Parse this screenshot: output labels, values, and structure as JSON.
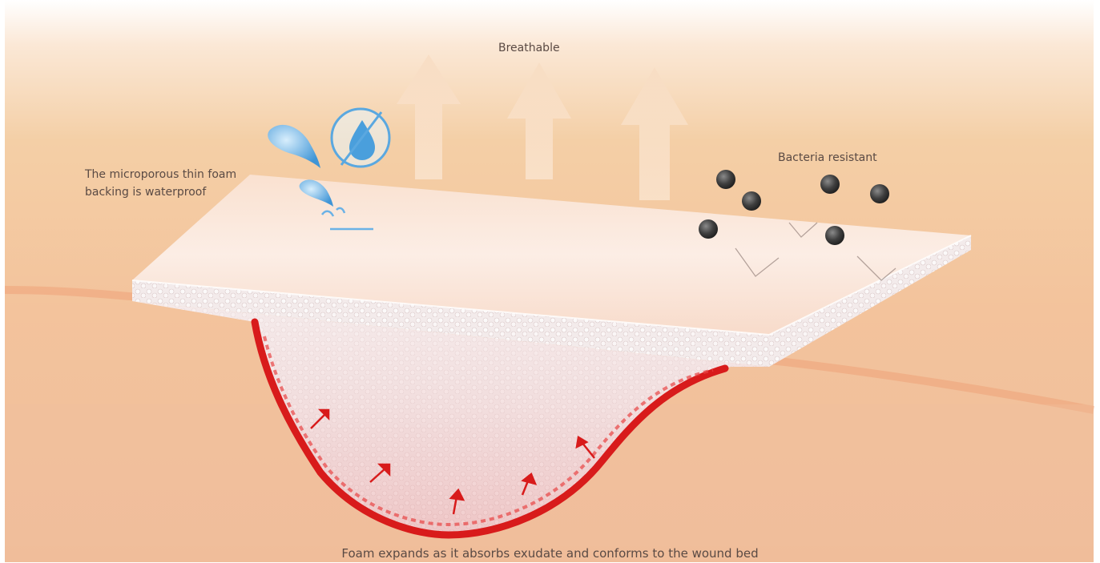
{
  "labels": {
    "breathable": "Breathable",
    "waterproof_line1": "The microporous thin foam",
    "waterproof_line2": "backing is waterproof",
    "bacteria": "Bacteria resistant",
    "foam": "Foam expands as it absorbs exudate and conforms to the wound bed"
  },
  "colors": {
    "skin_light": "#f7d9b8",
    "skin_mid": "#f2bf94",
    "skin_deep": "#f0c19f",
    "skin_line": "#eb9e70",
    "dressing_top": "#fbeee6",
    "foam_texture": "#f0e4e4",
    "wound_red": "#d81b1b",
    "bacteria": "#4a4a4a",
    "water": "#5aa8e0"
  },
  "icons": {
    "breathable_arrows": "up-arrow-icon",
    "water": "water-drop-icon",
    "no_water": "no-water-icon",
    "bacteria": "bacteria-icon",
    "exudate": "arrow-icon"
  }
}
